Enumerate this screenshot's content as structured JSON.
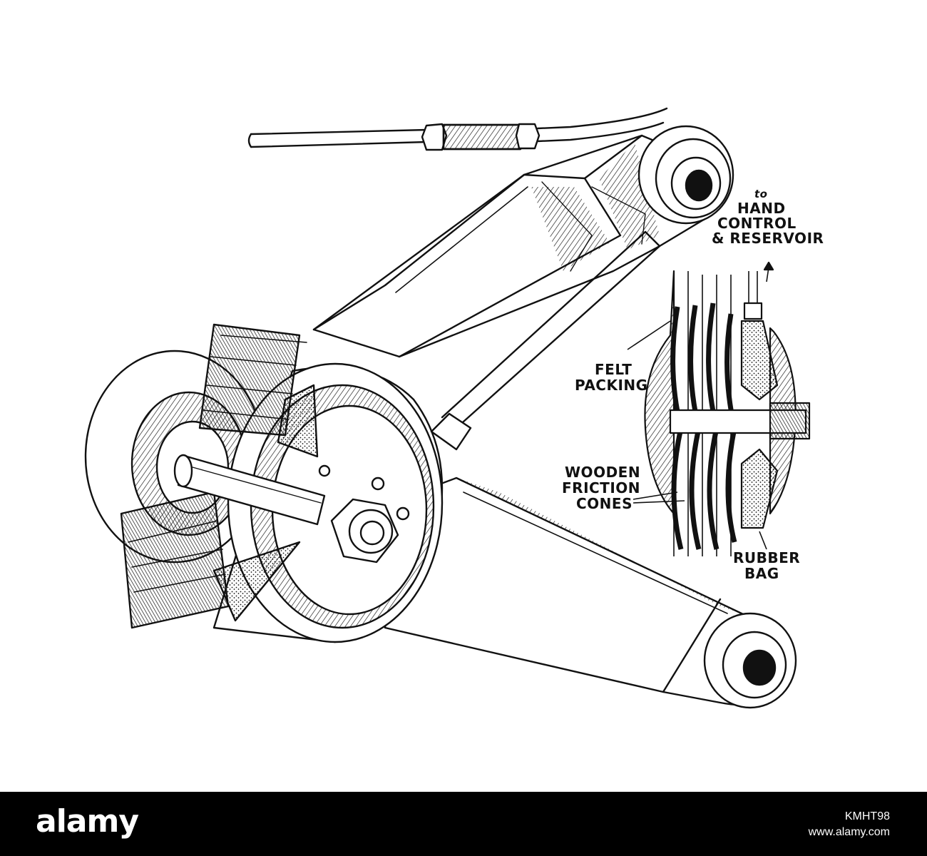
{
  "labels": {
    "to": "to",
    "hand_control_line1": "HAND",
    "hand_control_line2": "CONTROL",
    "hand_control_line3": "& RESERVOIR",
    "felt_line1": "FELT",
    "felt_line2": "PACKING",
    "wooden_line1": "WOODEN",
    "wooden_line2": "FRICTION",
    "wooden_line3": "CONES",
    "rubber_line1": "RUBBER",
    "rubber_line2": "BAG"
  },
  "watermark": {
    "brand": "alamy",
    "image_id": "KMHT98",
    "site": "www.alamy.com"
  },
  "colors": {
    "ink": "#111111",
    "paper": "#ffffff",
    "footer": "#000000"
  }
}
